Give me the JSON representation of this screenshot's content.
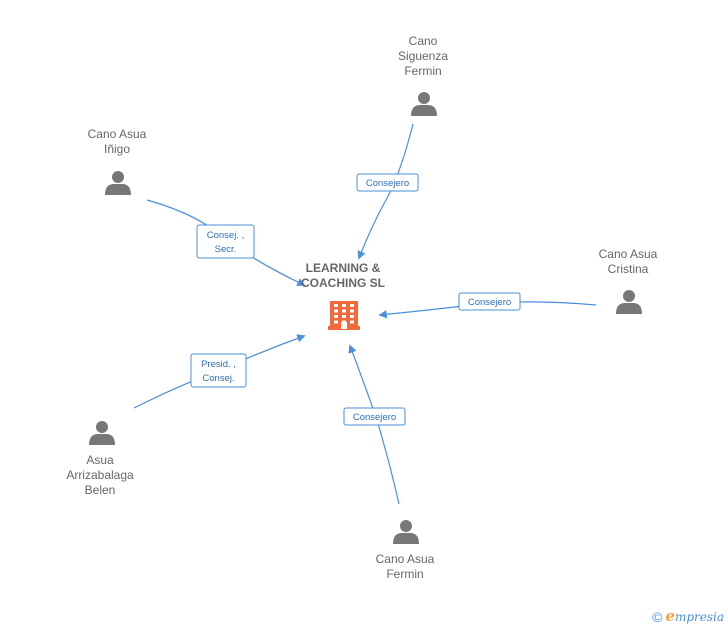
{
  "company": {
    "name_lines": [
      "LEARNING &",
      "COACHING SL"
    ]
  },
  "people": [
    {
      "id": "cano-siguenza",
      "name_lines": [
        "Cano",
        "Siguenza",
        "Fermin"
      ],
      "role_lines": [
        "Consejero"
      ]
    },
    {
      "id": "cano-asua-inigo",
      "name_lines": [
        "Cano Asua",
        "Iñigo"
      ],
      "role_lines": [
        "Consej. ,",
        "Secr."
      ]
    },
    {
      "id": "cano-asua-cristina",
      "name_lines": [
        "Cano Asua",
        "Cristina"
      ],
      "role_lines": [
        "Consejero"
      ]
    },
    {
      "id": "asua-arrizabalaga",
      "name_lines": [
        "Asua",
        "Arrizabalaga",
        "Belen"
      ],
      "role_lines": [
        "Presid. ,",
        "Consej."
      ]
    },
    {
      "id": "cano-asua-fermin",
      "name_lines": [
        "Cano Asua",
        "Fermin"
      ],
      "role_lines": [
        "Consejero"
      ]
    }
  ],
  "footer": {
    "copyright_symbol": "©",
    "brand_initial": "e",
    "brand_rest": "mpresia"
  },
  "colors": {
    "edge": "#4a90d9",
    "person_icon": "#777777",
    "company_icon": "#f26a3c"
  }
}
